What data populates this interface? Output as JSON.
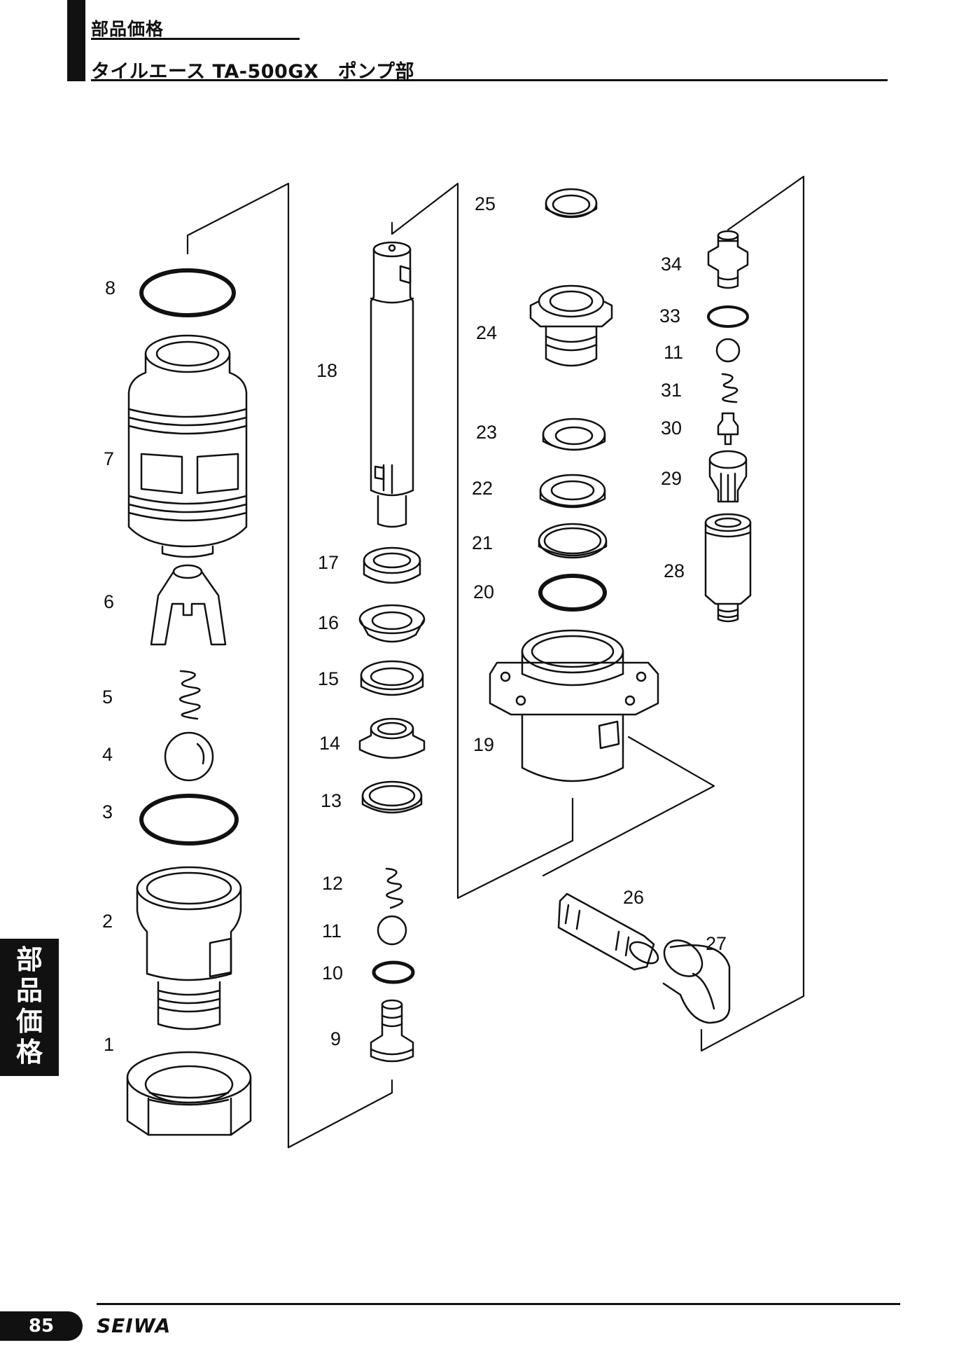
{
  "header": {
    "section": "部品価格",
    "title": "タイルエース TA-500GX　ポンプ部"
  },
  "side_tab": {
    "chars": [
      "部",
      "品",
      "価",
      "格"
    ]
  },
  "footer": {
    "page": "85",
    "logo": "SEIWA"
  },
  "callouts": {
    "n1": "1",
    "n2": "2",
    "n3": "3",
    "n4": "4",
    "n5": "5",
    "n6": "6",
    "n7": "7",
    "n8": "8",
    "n9": "9",
    "n10": "10",
    "n11a": "11",
    "n12": "12",
    "n13": "13",
    "n14": "14",
    "n15": "15",
    "n16": "16",
    "n17": "17",
    "n18": "18",
    "n19": "19",
    "n20": "20",
    "n21": "21",
    "n22": "22",
    "n23": "23",
    "n24": "24",
    "n25": "25",
    "n26": "26",
    "n27": "27",
    "n28": "28",
    "n29": "29",
    "n30": "30",
    "n31": "31",
    "n11b": "11",
    "n33": "33",
    "n34": "34"
  }
}
